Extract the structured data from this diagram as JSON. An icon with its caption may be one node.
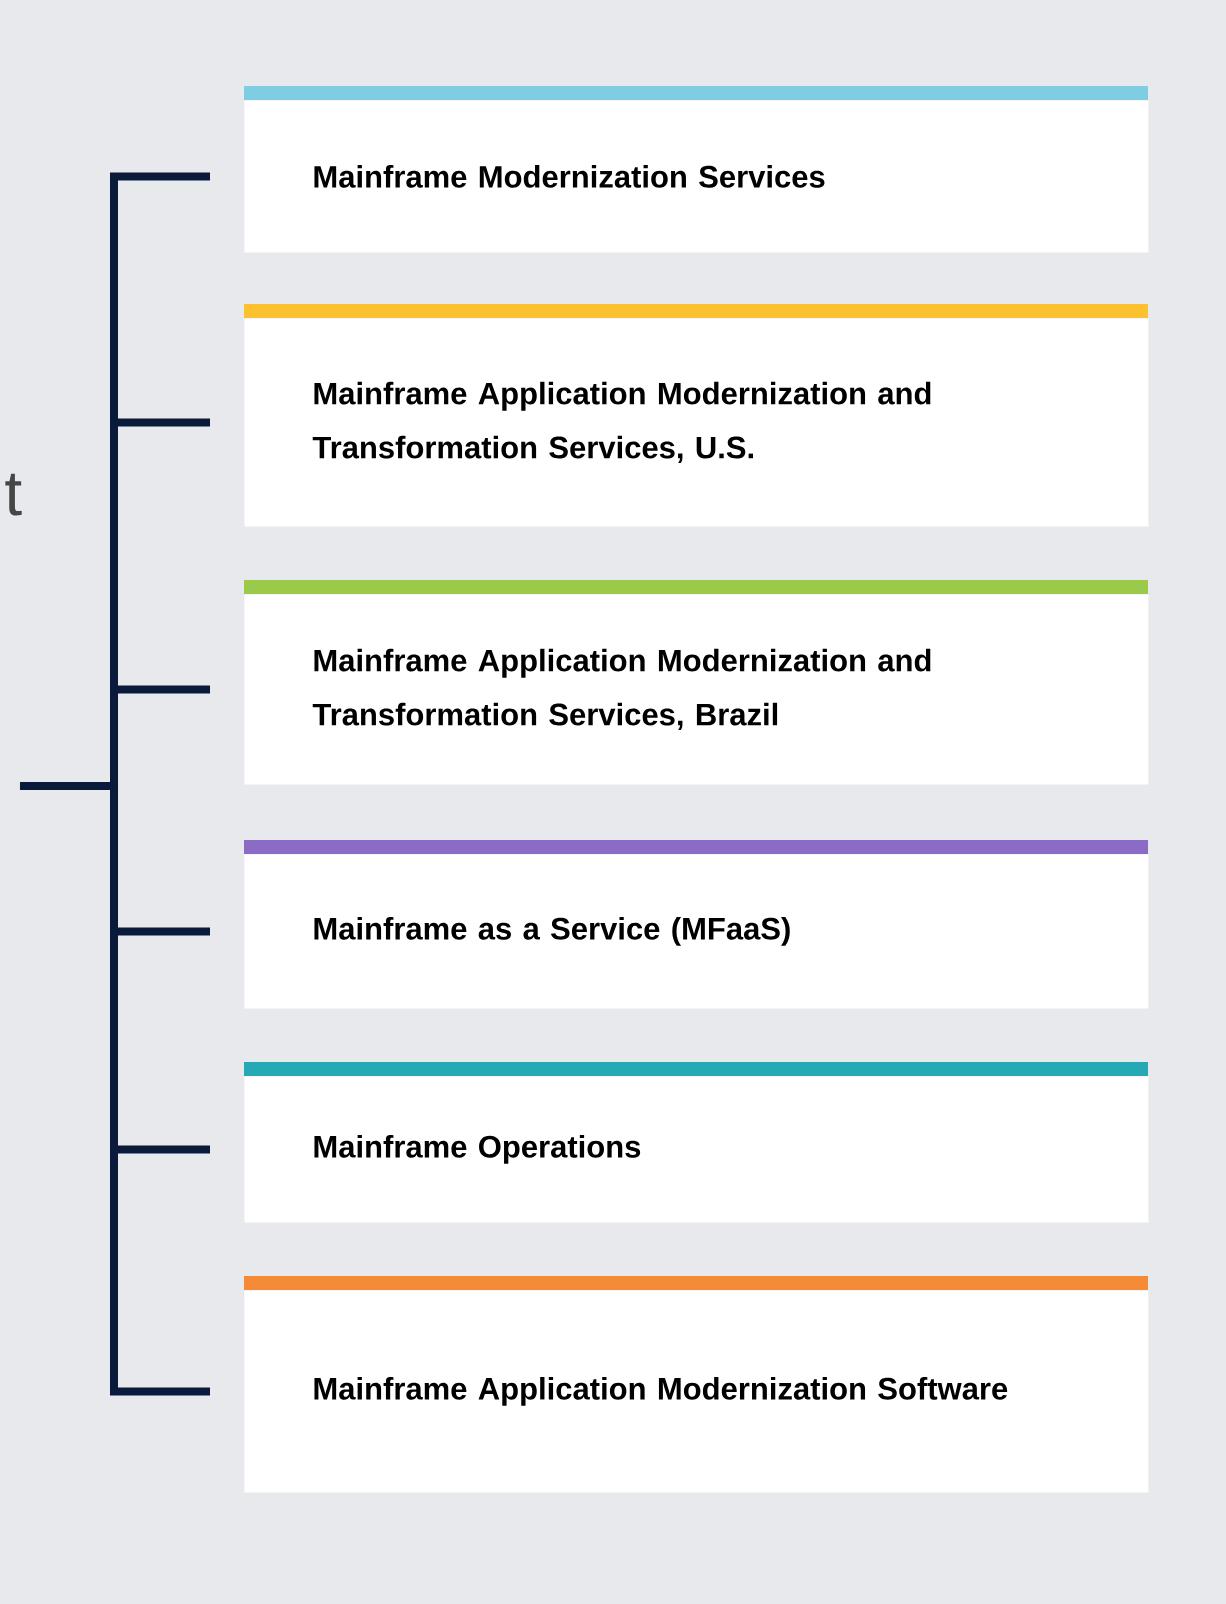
{
  "diagram": {
    "nodes": [
      {
        "text": [
          "Mainframe Modernization Services"
        ]
      },
      {
        "text": [
          "Mainframe Application Modernization and Transformation Services, U.S."
        ]
      },
      {
        "text": [
          "Mainframe Application Modernization and Transformation Services, Brazil"
        ]
      },
      {
        "text": [
          "Mainframe as a Service (MFaaS)"
        ]
      },
      {
        "text": [
          "Mainframe Operations"
        ]
      },
      {
        "text": [
          "Mainframe Application Modernization Software"
        ]
      }
    ],
    "edges": [
      {
        "from": null,
        "to": 0,
        "arrow": "none"
      },
      {
        "from": null,
        "to": 1,
        "arrow": "none"
      },
      {
        "from": null,
        "to": 2,
        "arrow": "none"
      },
      {
        "from": null,
        "to": 3,
        "arrow": "none"
      },
      {
        "from": null,
        "to": 4,
        "arrow": "none"
      },
      {
        "from": null,
        "to": 5,
        "arrow": "none"
      }
    ],
    "labels": [
      "t"
    ]
  }
}
